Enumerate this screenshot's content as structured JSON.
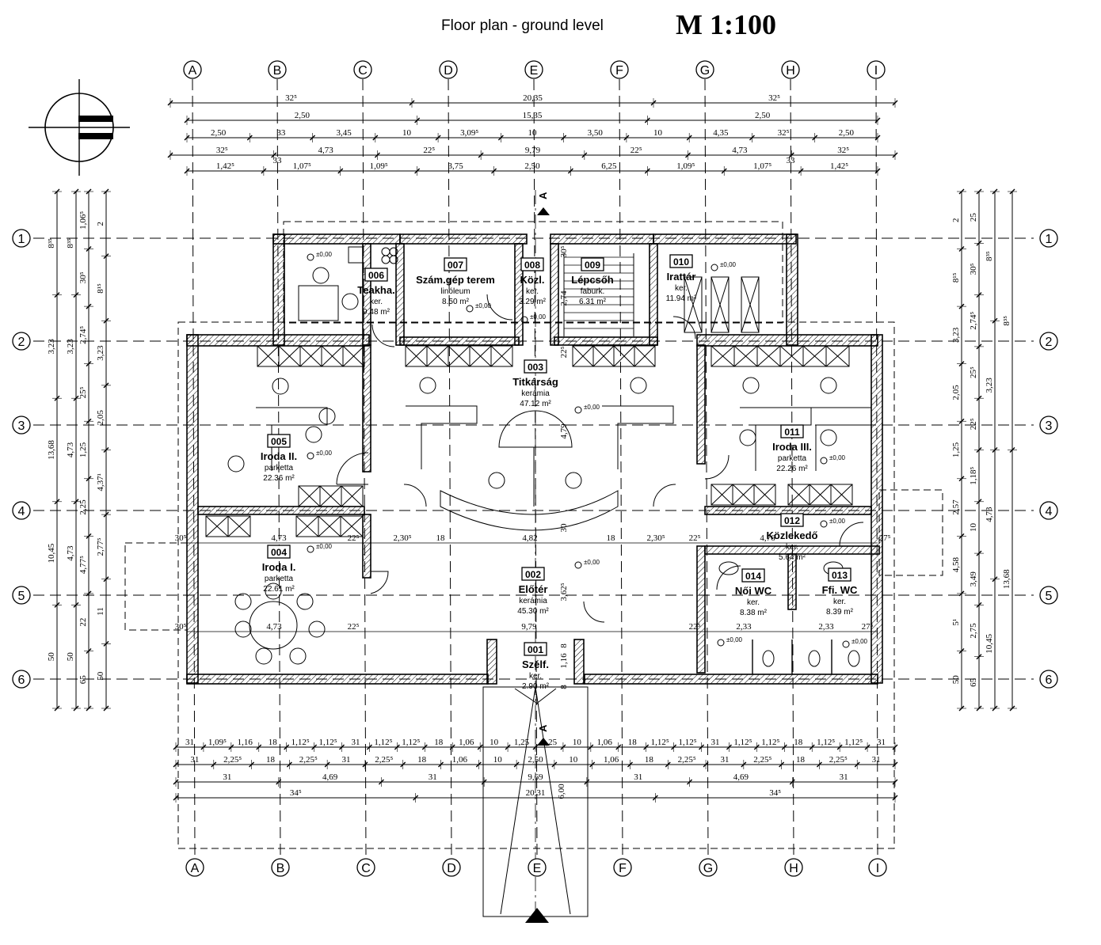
{
  "title": "Floor plan - ground level",
  "scale": "M 1:100",
  "grid_columns": [
    "A",
    "B",
    "C",
    "D",
    "E",
    "F",
    "G",
    "H",
    "I"
  ],
  "grid_rows": [
    "1",
    "2",
    "3",
    "4",
    "5",
    "6"
  ],
  "section_marker": "A",
  "level_mark": "±0,00",
  "rooms": [
    {
      "number": "001",
      "name": "Szélf.",
      "floor": "ker.",
      "area": "2.90 m²"
    },
    {
      "number": "002",
      "name": "Előtér",
      "floor": "kerámia",
      "area": "45.30 m²"
    },
    {
      "number": "003",
      "name": "Titkárság",
      "floor": "kerámia",
      "area": "47.12 m²"
    },
    {
      "number": "004",
      "name": "Iroda I.",
      "floor": "parketta",
      "area": "22.61 m²"
    },
    {
      "number": "005",
      "name": "Iroda II.",
      "floor": "parketta",
      "area": "22.36 m²"
    },
    {
      "number": "006",
      "name": "Teakha.",
      "floor": "ker.",
      "area": "9.48 m²"
    },
    {
      "number": "007",
      "name": "Szám.gép terem",
      "floor": "linóleum",
      "area": "8.50 m²"
    },
    {
      "number": "008",
      "name": "Közl.",
      "floor": "ker.",
      "area": "3.29 m²"
    },
    {
      "number": "009",
      "name": "Lépcsőh",
      "floor": "faburk.",
      "area": "6.31 m²"
    },
    {
      "number": "010",
      "name": "Irattár",
      "floor": "ker.",
      "area": "11.94 m²"
    },
    {
      "number": "011",
      "name": "Iroda III.",
      "floor": "parketta",
      "area": "22.26 m²"
    },
    {
      "number": "012",
      "name": "Közlekedő",
      "floor": "ker.",
      "area": "5.64 m²"
    },
    {
      "number": "013",
      "name": "Ffi. WC",
      "floor": "ker.",
      "area": "8.39 m²"
    },
    {
      "number": "014",
      "name": "Női WC",
      "floor": "ker.",
      "area": "8.38 m²"
    }
  ],
  "top_dimensions": {
    "row1": [
      "32⁵",
      "20,35",
      "32⁵"
    ],
    "row2": [
      "2,50",
      "15,35",
      "2,50"
    ],
    "row3": [
      "2,50",
      "33",
      "3,45",
      "10",
      "3,09⁵",
      "10",
      "3,50",
      "10",
      "4,35",
      "32⁵",
      "2,50"
    ],
    "row4": [
      "32⁵",
      "4,73",
      "22⁵",
      "9,79",
      "22⁵",
      "4,73",
      "32⁵"
    ],
    "row5": [
      "1,42⁵",
      "1,07⁵",
      "1,09⁵",
      "3,75",
      "2,50",
      "6,25",
      "1,09⁵",
      "1,07⁵",
      "1,42⁵"
    ],
    "small": [
      "33",
      "33"
    ]
  },
  "bottom_dimensions": {
    "row1": [
      "31",
      "1,09⁵",
      "1,16",
      "18",
      "1,12⁵",
      "1,12⁵",
      "31",
      "1,12⁵",
      "1,12⁵",
      "18",
      "1,06",
      "10",
      "1,25",
      "1,25",
      "10",
      "1,06",
      "18",
      "1,12⁵",
      "1,12⁵",
      "31",
      "1,12⁵",
      "1,12⁵",
      "18",
      "1,12⁵",
      "1,12⁵",
      "31"
    ],
    "row2": [
      "31",
      "2,25⁵",
      "18",
      "2,25⁵",
      "31",
      "2,25⁵",
      "18",
      "1,06",
      "10",
      "2,50",
      "10",
      "1,06",
      "18",
      "2,25⁵",
      "31",
      "2,25⁵",
      "18",
      "2,25⁵",
      "31"
    ],
    "row3": [
      "31",
      "4,69",
      "31",
      "9,69",
      "31",
      "4,69",
      "31"
    ],
    "row4": [
      "34⁵",
      "20,31",
      "34⁵"
    ],
    "ramp": "6,00"
  },
  "left_dimensions": {
    "outer": [
      "8³⁵",
      "3,23",
      "13,68",
      "10,45",
      "50"
    ],
    "c2": [
      "8³⁵",
      "3,23",
      "4,73",
      "4,73",
      "50"
    ],
    "c3": [
      "1,06⁵",
      "30⁵",
      "2,74⁵",
      "25⁵",
      "1,25",
      "2,25",
      "4,77⁵",
      "22",
      "65"
    ],
    "c4": [
      "2",
      "8¹⁵",
      "3,23",
      "2,05",
      "4,37¹",
      "2,77⁵",
      "11",
      "50"
    ]
  },
  "right_dimensions": {
    "c1": [
      "2",
      "8¹⁵",
      "3,23",
      "2,05",
      "1,25",
      "2,57",
      "4,58",
      "5¹",
      "50"
    ],
    "c2": [
      "25",
      "30⁵",
      "2,74⁵",
      "25⁵",
      "22⁵",
      "1,18⁵",
      "10",
      "3,49",
      "2,75",
      "65"
    ],
    "c3": [
      "8³⁵",
      "3,23",
      "4,73",
      "10,45"
    ],
    "c4": [
      "8³⁵",
      "13,68"
    ]
  },
  "interior_dimensions": [
    "30⁵",
    "4,73",
    "22⁵",
    "2,30⁵",
    "18",
    "4,82",
    "18",
    "2,30⁵",
    "22⁵",
    "4,76",
    "27⁵",
    "30⁵",
    "4,73",
    "22⁵",
    "9,79",
    "22⁵",
    "2,33",
    "2,33",
    "27⁵",
    "4,79",
    "3,62⁵",
    "30",
    "1,16",
    "8",
    "8",
    "2,74",
    "30⁵",
    "22⁵"
  ]
}
